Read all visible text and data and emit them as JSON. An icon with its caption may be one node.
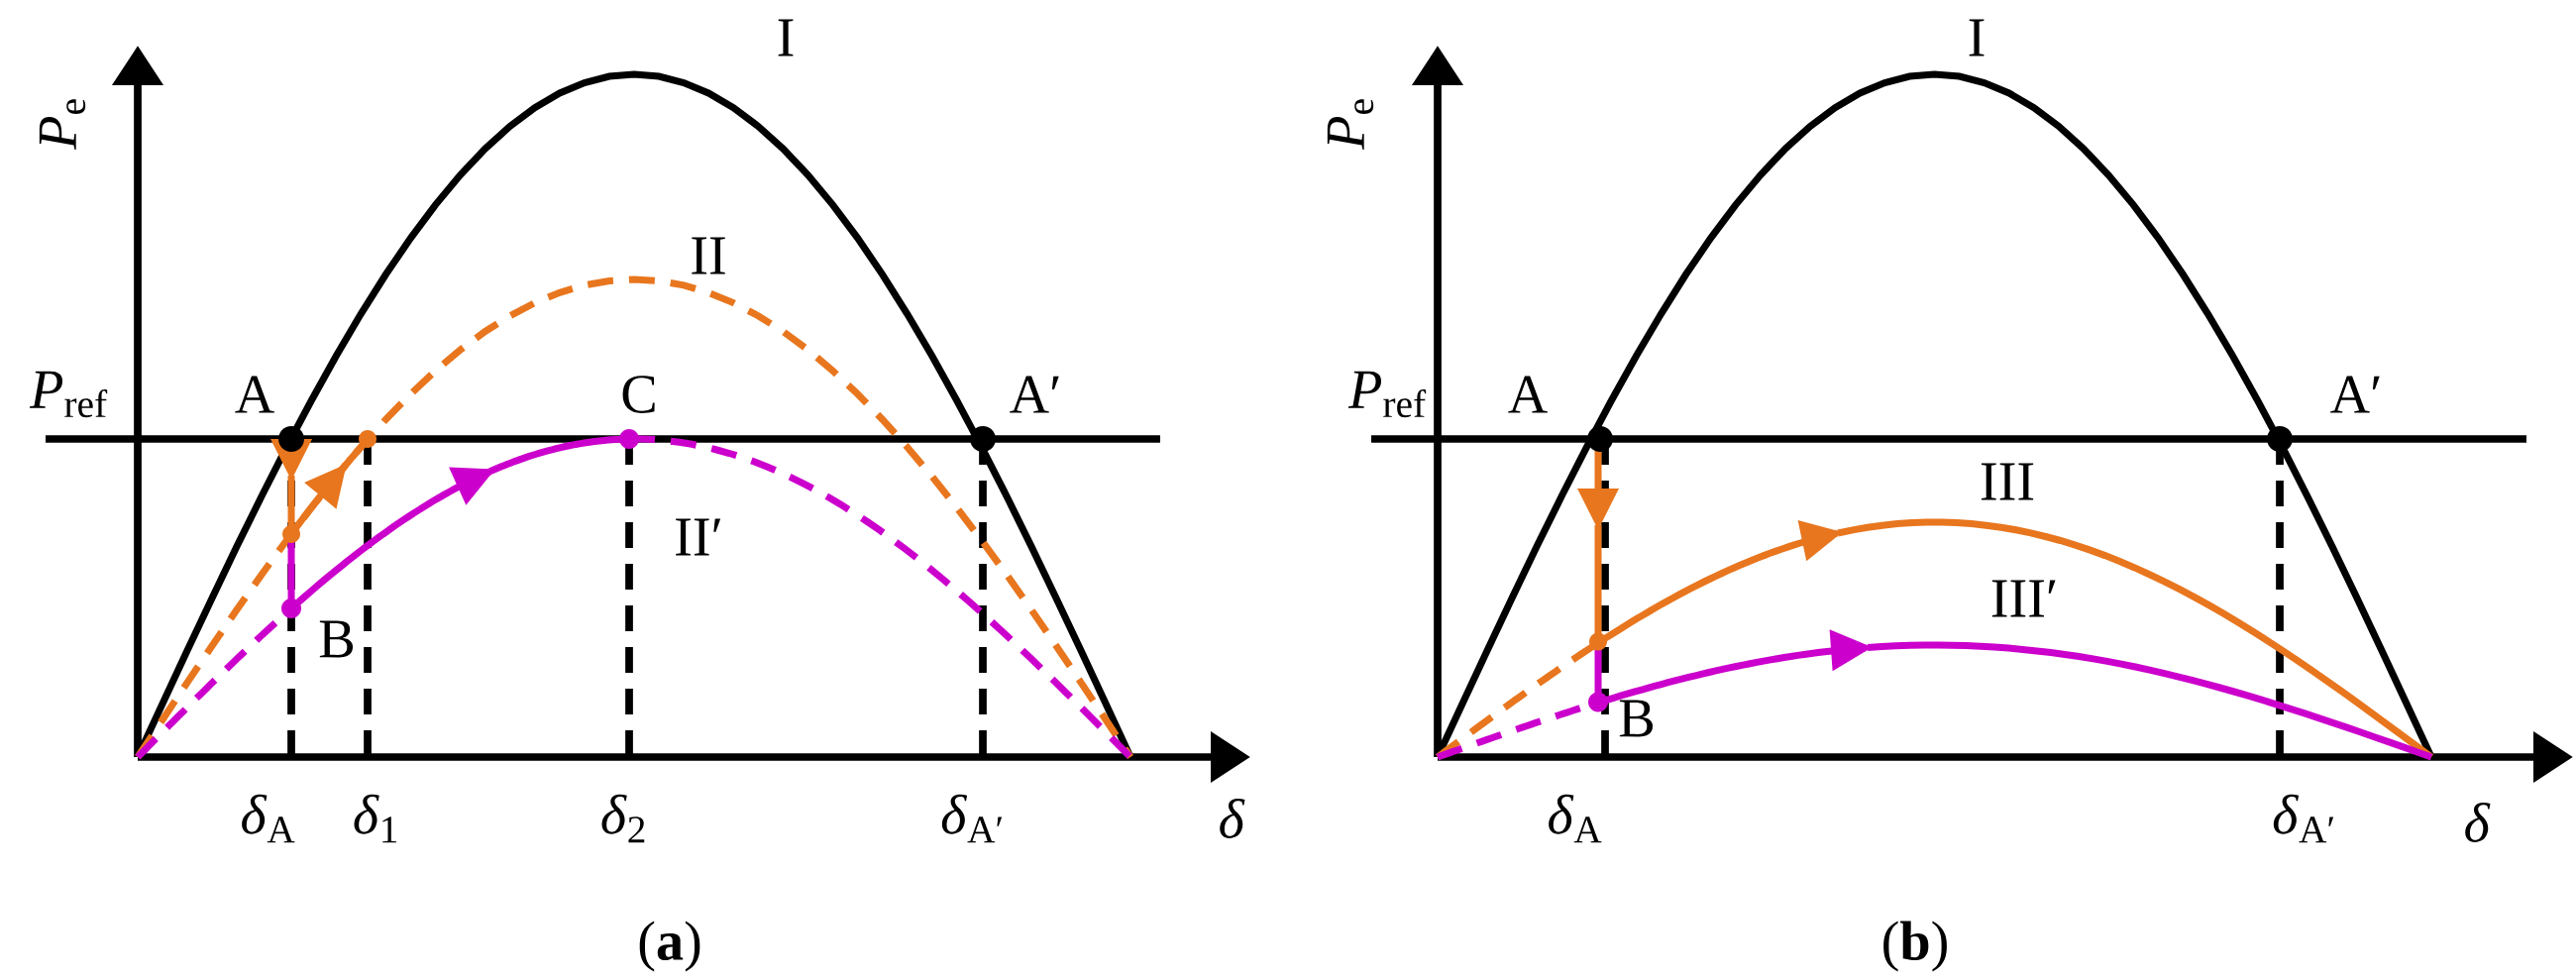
{
  "diagram": {
    "labels": [
      "I",
      "*P*$_{e}$",
      "II",
      "*P*$_{ref}$",
      "A",
      "C",
      "A′",
      "II′",
      "B",
      "*δ*$_{A}$",
      "*δ*$_{1}$",
      "*δ*$_{2}$",
      "*δ*$_{A′}$",
      "*δ*",
      "(**a**)",
      "I",
      "*P*$_{e}$",
      "*P*$_{ref}$",
      "A",
      "A′",
      "III",
      "III′",
      "B",
      "*δ*$_{A}$",
      "*δ*$_{A′}$",
      "*δ*",
      "(**b**)"
    ]
  }
}
